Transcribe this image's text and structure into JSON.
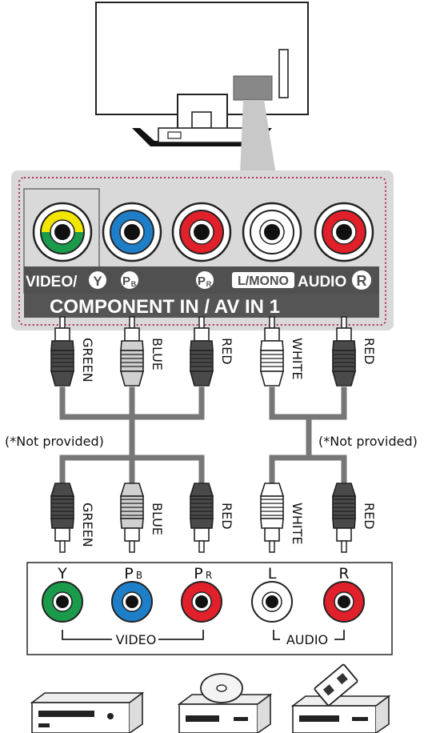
{
  "panel": {
    "video_y": "VIDEO/",
    "y_badge": "Y",
    "pb_badge": "P",
    "pb_sub": "B",
    "pr_badge": "P",
    "pr_sub": "R",
    "l_mono": "L/MONO",
    "audio": "AUDIO",
    "r_badge": "R",
    "title": "COMPONENT IN / AV IN 1"
  },
  "upper_cables": [
    {
      "label": "GREEN",
      "color": "#4a4a4a"
    },
    {
      "label": "BLUE",
      "color": "#d0d0d0"
    },
    {
      "label": "RED",
      "color": "#4a4a4a"
    },
    {
      "label": "WHITE",
      "color": "#ffffff"
    },
    {
      "label": "RED",
      "color": "#4a4a4a"
    }
  ],
  "lower_cables": [
    {
      "label": "GREEN",
      "color": "#4a4a4a"
    },
    {
      "label": "BLUE",
      "color": "#d0d0d0"
    },
    {
      "label": "RED",
      "color": "#4a4a4a"
    },
    {
      "label": "WHITE",
      "color": "#ffffff"
    },
    {
      "label": "RED",
      "color": "#4a4a4a"
    }
  ],
  "notes": {
    "left": "(*Not provided)",
    "right": "(*Not provided)"
  },
  "device": {
    "jack_labels": [
      {
        "main": "Y",
        "sub": ""
      },
      {
        "main": "P",
        "sub": "B"
      },
      {
        "main": "P",
        "sub": "R"
      },
      {
        "main": "L",
        "sub": ""
      },
      {
        "main": "R",
        "sub": ""
      }
    ],
    "video_group": "VIDEO",
    "audio_group": "AUDIO"
  },
  "colors": {
    "green": "#1a9a4a",
    "blue": "#1e7fc8",
    "red": "#e0202a",
    "white": "#ffffff",
    "yellow": "#f2e600",
    "panel_bg": "#d9d9d9",
    "label_bar": "#555555",
    "dotted_border": "#b0305a"
  },
  "icons": [
    "tv-icon",
    "dvd-player-icon",
    "disc-player-icon",
    "vcr-icon"
  ]
}
